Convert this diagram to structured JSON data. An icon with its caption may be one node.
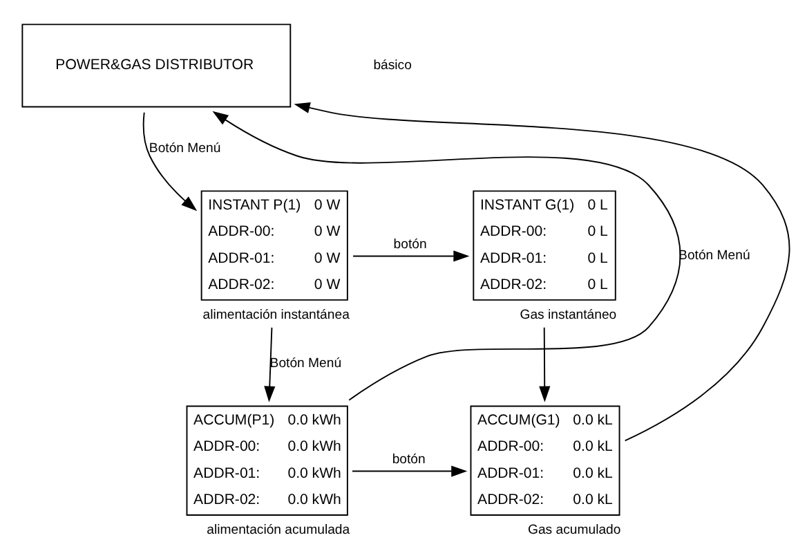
{
  "diagram": {
    "nodes": [
      {
        "text": [
          "POWER&GAS DISTRIBUTOR"
        ]
      },
      {
        "text": [
          "INSTANT P(1)",
          "0 W",
          "ADDR-00:",
          "0 W",
          "ADDR-01:",
          "0 W",
          "ADDR-02:",
          "0 W"
        ],
        "beside": [
          "alimentación instantánea"
        ]
      },
      {
        "text": [
          "INSTANT G(1)",
          "0 L",
          "ADDR-00:",
          "0 L",
          "ADDR-01:",
          "0 L",
          "ADDR-02:",
          "0 L"
        ],
        "beside": [
          "Gas instantáneo"
        ]
      },
      {
        "text": [
          "ACCUM(P1)",
          "0.0 kWh",
          "ADDR-00:",
          "0.0 kWh",
          "ADDR-01:",
          "0.0 kWh",
          "ADDR-02:",
          "0.0 kWh"
        ],
        "beside": [
          "alimentación acumulada"
        ]
      },
      {
        "text": [
          "ACCUM(G1)",
          "0.0 kL",
          "ADDR-00:",
          "0.0 kL",
          "ADDR-01:",
          "0.0 kL",
          "ADDR-02:",
          "0.0 kL"
        ],
        "beside": [
          "Gas acumulado"
        ]
      }
    ],
    "edges": [
      {
        "from": 0,
        "to": 1,
        "arrow": "to",
        "label": "Botón Menú"
      },
      {
        "from": 1,
        "to": 2,
        "arrow": "to",
        "label": "botón"
      },
      {
        "from": 1,
        "to": 3,
        "arrow": "to",
        "label": "Botón Menú"
      },
      {
        "from": 2,
        "to": 4,
        "arrow": "to"
      },
      {
        "from": 3,
        "to": 4,
        "arrow": "to",
        "label": "botón"
      },
      {
        "from": 3,
        "to": 0,
        "arrow": "to",
        "label": "Botón Menú"
      },
      {
        "from": 4,
        "to": 0,
        "arrow": "to"
      }
    ],
    "labels": [
      "básico"
    ]
  }
}
